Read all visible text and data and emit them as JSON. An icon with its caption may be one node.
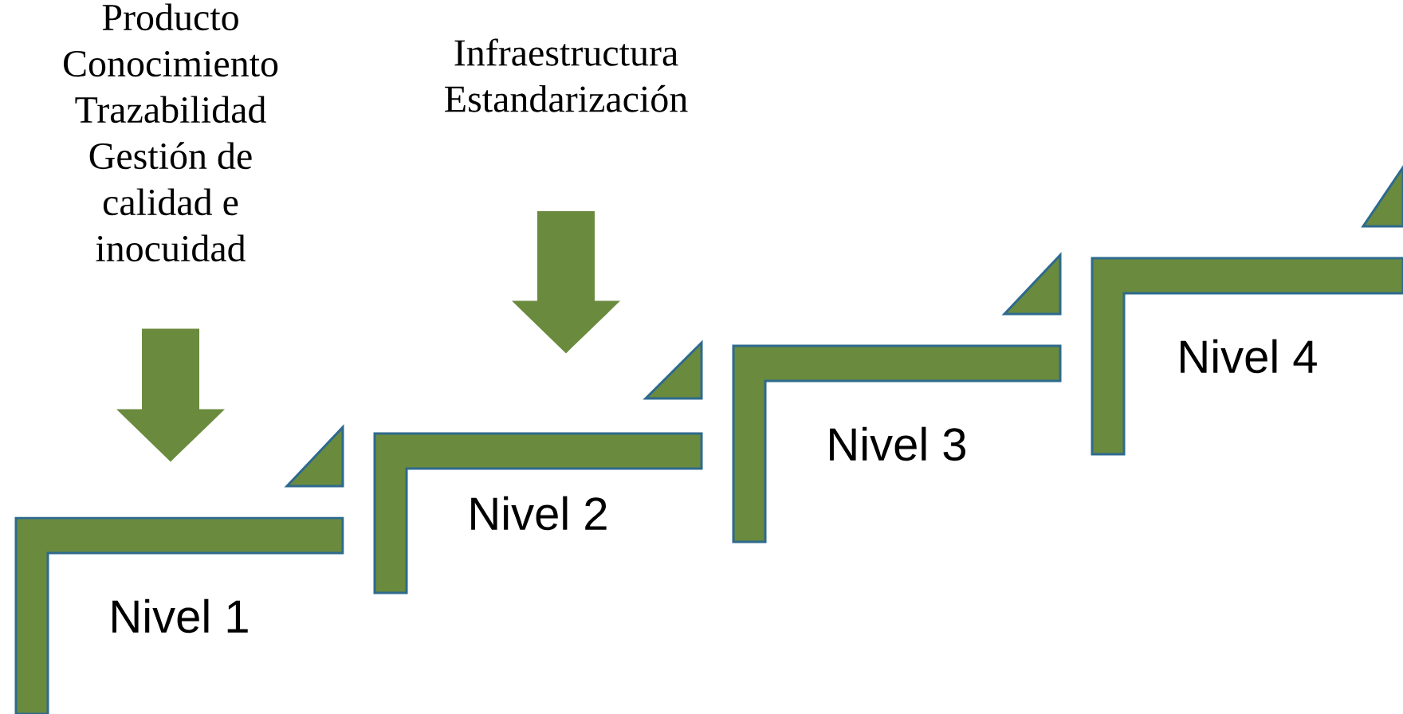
{
  "diagram": {
    "nodes": [
      {
        "text": [
          "Producto",
          "Conocimiento",
          "Trazabilidad",
          "Gestión de calidad e inocuidad"
        ]
      },
      {
        "text": [
          "Nivel 1"
        ]
      },
      {
        "text": [
          "Infraestructura",
          "Estandarización"
        ]
      },
      {
        "text": [
          "Nivel 2"
        ]
      },
      {
        "text": [
          "Nivel 3"
        ]
      },
      {
        "text": [
          "Nivel 4"
        ]
      }
    ],
    "edges": [
      {
        "from": 0,
        "to": 1,
        "arrow": "to"
      },
      {
        "from": 2,
        "to": 3,
        "arrow": "to"
      }
    ]
  }
}
